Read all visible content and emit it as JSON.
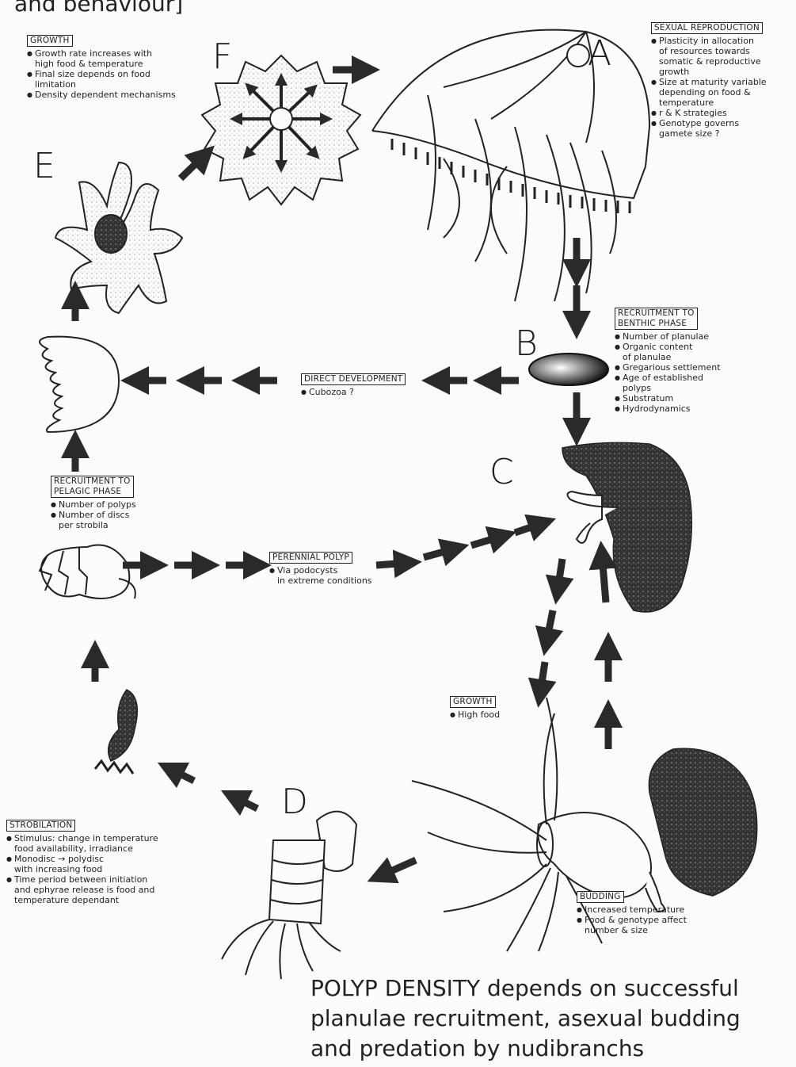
{
  "top_fragment": "and behaviour]",
  "stages": {
    "A": "A",
    "B": "B",
    "C": "C",
    "D": "D",
    "E": "E",
    "F": "F"
  },
  "boxes": {
    "growth_ephyra": {
      "title": "GROWTH",
      "items": [
        "Growth rate increases with\nhigh food & temperature",
        "Final size depends on food\nlimitation",
        "Density dependent mechanisms"
      ]
    },
    "sexual_reproduction": {
      "title": "SEXUAL REPRODUCTION",
      "items": [
        "Plasticity in allocation\nof resources towards\nsomatic & reproductive\ngrowth",
        "Size at maturity variable\ndepending on food &\ntemperature",
        "r & K strategies",
        "Genotype governs\ngamete size ?"
      ]
    },
    "recruitment_benthic": {
      "title": "RECRUITMENT TO\nBENTHIC PHASE",
      "items": [
        "Number of planulae",
        "Organic content\nof planulae",
        "Gregarious settlement",
        "Age of established\npolyps",
        "Substratum",
        "Hydrodynamics"
      ]
    },
    "direct_development": {
      "title": "DIRECT DEVELOPMENT",
      "items": [
        "Cubozoa ?"
      ]
    },
    "recruitment_pelagic": {
      "title": "RECRUITMENT TO\nPELAGIC PHASE",
      "items": [
        "Number of polyps",
        "Number of discs\nper strobila"
      ]
    },
    "perennial_polyp": {
      "title": "PERENNIAL POLYP",
      "items": [
        "Via podocysts\nin extreme conditions"
      ]
    },
    "growth_polyp": {
      "title": "GROWTH",
      "items": [
        "High food"
      ]
    },
    "strobilation": {
      "title": "STROBILATION",
      "items": [
        "Stimulus: change in temperature\nfood availability, irradiance",
        "Monodisc → polydisc\nwith increasing food",
        "Time period between initiation\nand ephyrae release is food and\ntemperature dependant"
      ]
    },
    "budding": {
      "title": "BUDDING",
      "items": [
        "Increased temperature",
        "Food & genotype affect\nnumber & size"
      ]
    }
  },
  "caption": "POLYP DENSITY depends on successful\nplanulae recruitment,  asexual budding\nand predation by nudibranchs"
}
